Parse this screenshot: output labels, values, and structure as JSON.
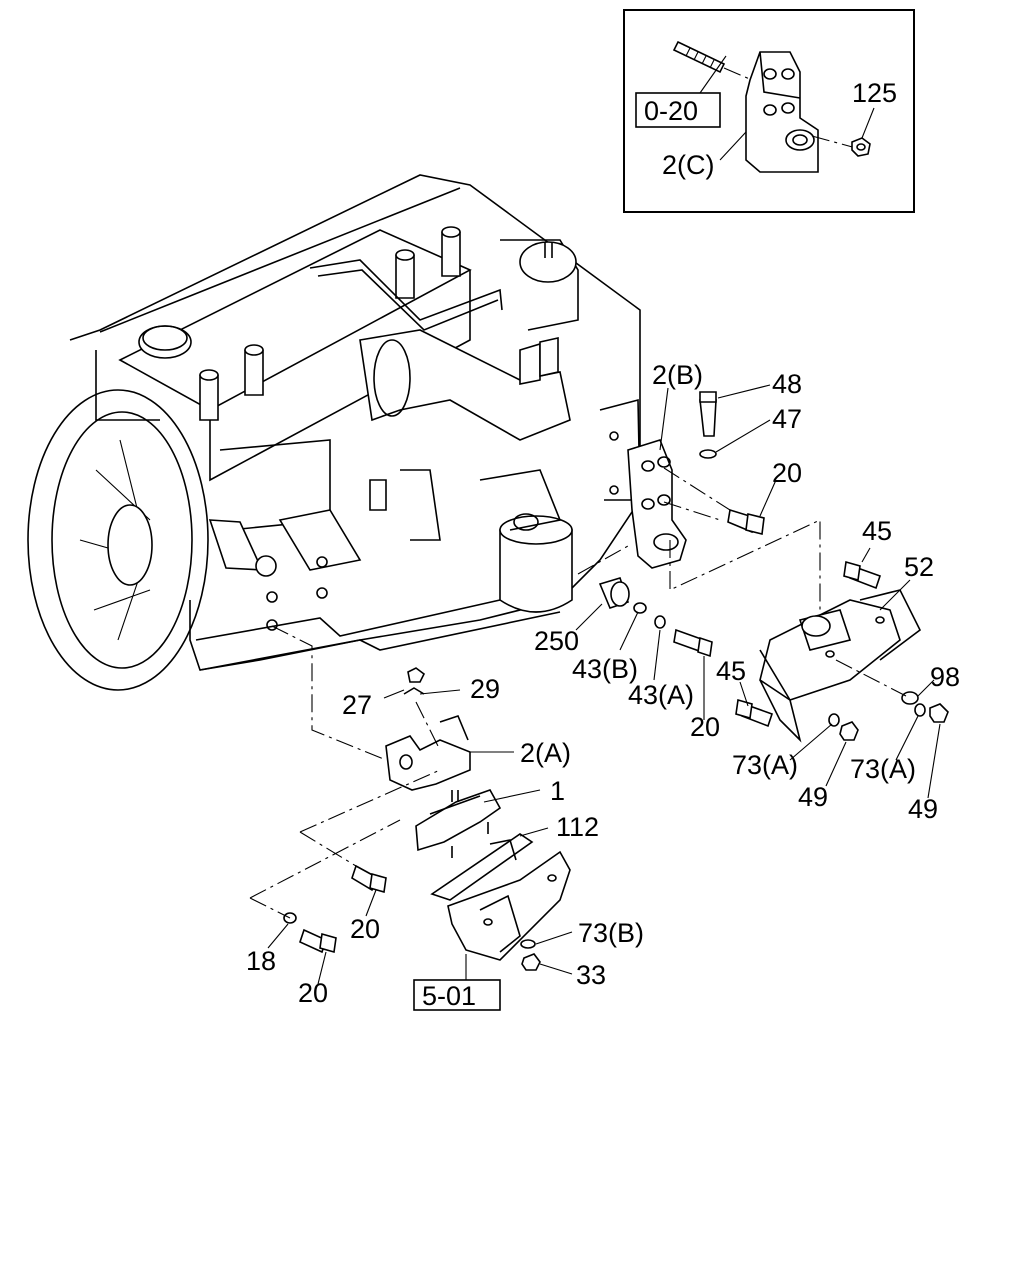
{
  "diagram": {
    "inset_refs": {
      "ref_0_20": "0-20",
      "bracket_c": "2(C)",
      "nut_125": "125"
    },
    "frame_ref": "5-01",
    "callouts": {
      "p2b": "2(B)",
      "p48": "48",
      "p47": "47",
      "p20_top": "20",
      "p45_top": "45",
      "p52": "52",
      "p250": "250",
      "p43b": "43(B)",
      "p43a": "43(A)",
      "p20_mid": "20",
      "p45_low": "45",
      "p98": "98",
      "p73a_left": "73(A)",
      "p49_left": "49",
      "p73a_right": "73(A)",
      "p49_right": "49",
      "p27": "27",
      "p29": "29",
      "p2a": "2(A)",
      "p1": "1",
      "p112": "112",
      "p73b": "73(B)",
      "p33": "33",
      "p20_low": "20",
      "p18": "18",
      "p20_bottom": "20"
    }
  }
}
